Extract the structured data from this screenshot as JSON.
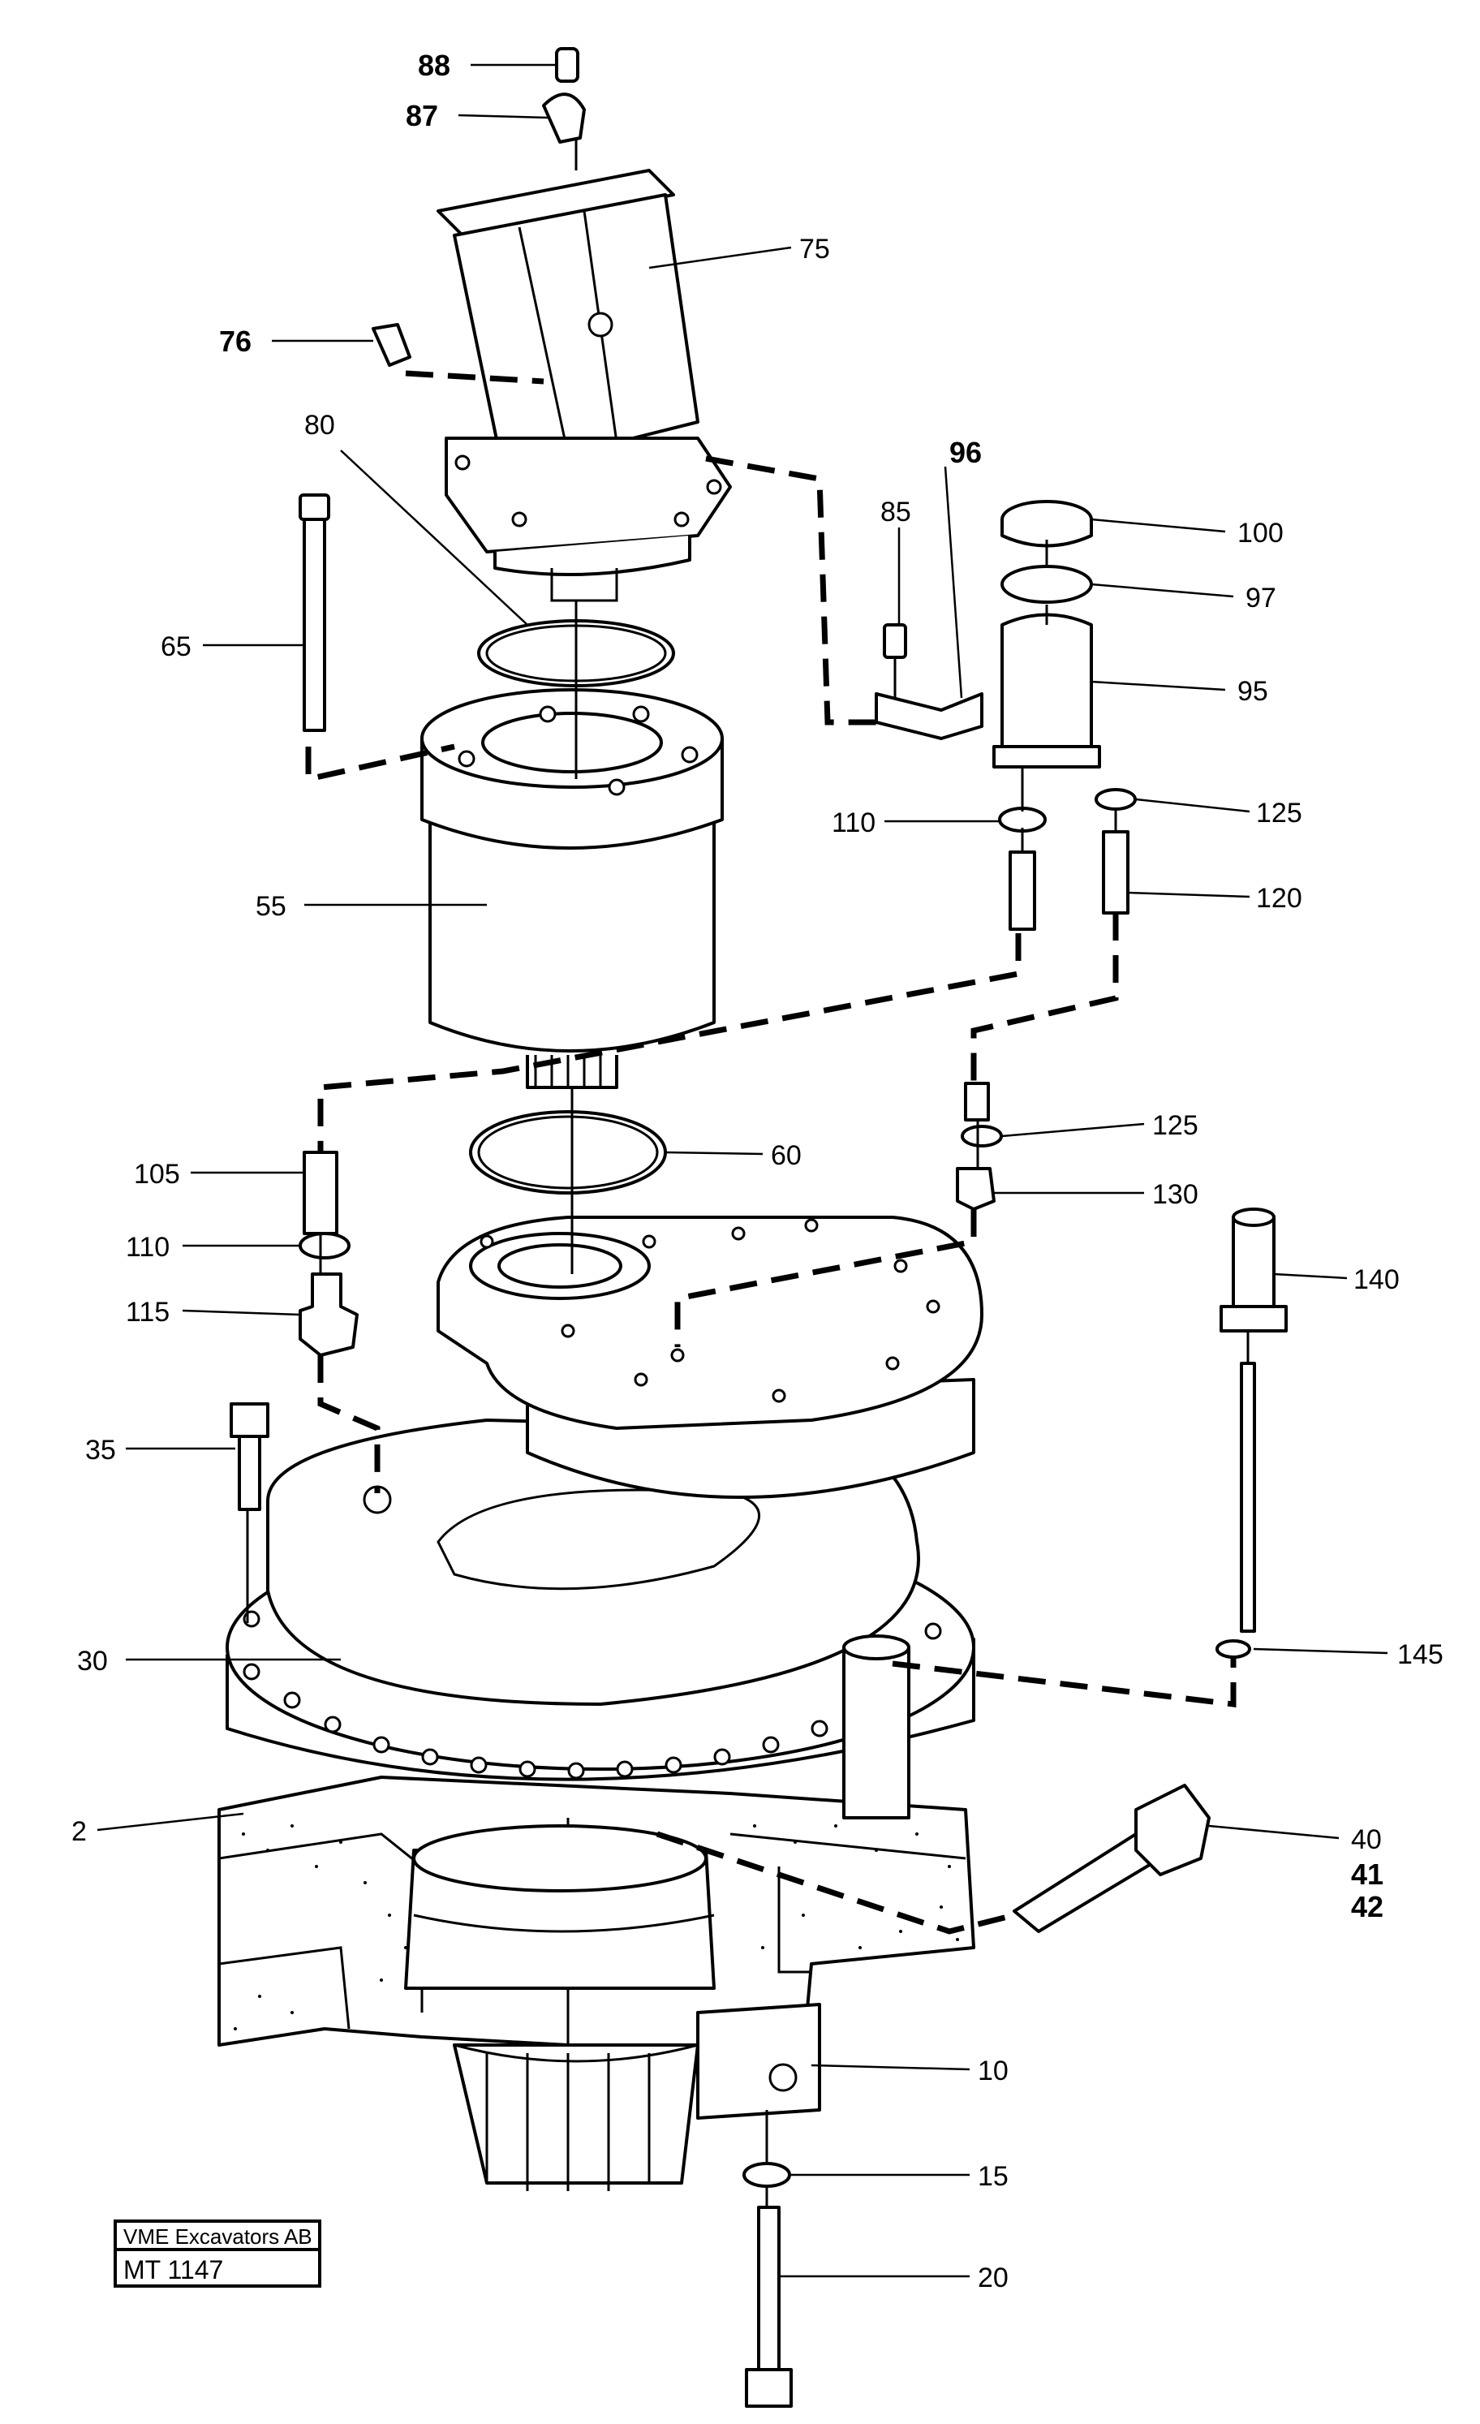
{
  "labels": {
    "p88": "88",
    "p87": "87",
    "p75": "75",
    "p76": "76",
    "p80": "80",
    "p96": "96",
    "p85": "85",
    "p100": "100",
    "p97": "97",
    "p65": "65",
    "p95": "95",
    "p110a": "110",
    "p125a": "125",
    "p120": "120",
    "p55": "55",
    "p105": "105",
    "p60": "60",
    "p125b": "125",
    "p130": "130",
    "p110b": "110",
    "p115": "115",
    "p140": "140",
    "p35": "35",
    "p30": "30",
    "p145": "145",
    "p2": "2",
    "p40": "40",
    "p41": "41",
    "p42": "42",
    "p10": "10",
    "p15": "15",
    "p20": "20"
  },
  "title_block": {
    "company": "VME Excavators AB",
    "drawing_number": "MT 1147"
  }
}
